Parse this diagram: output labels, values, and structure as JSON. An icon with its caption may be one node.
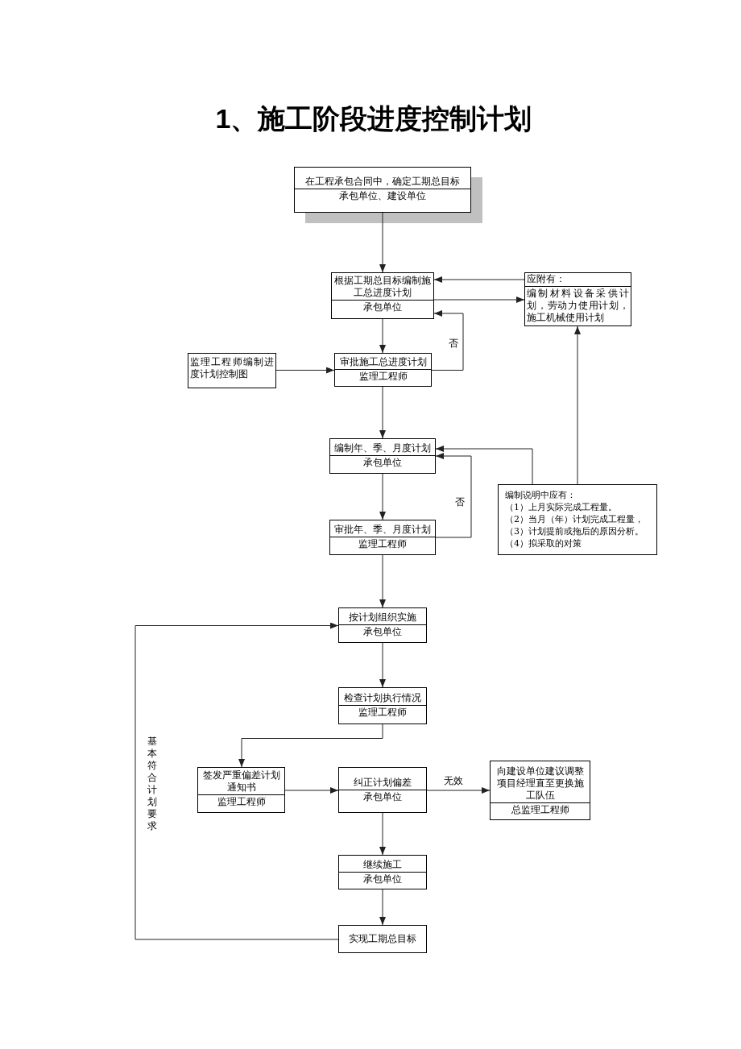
{
  "diagram": {
    "title": "1、施工阶段进度控制计划",
    "nodes": [
      {
        "text": [
          "在工程承包合同中，确定工期总目标",
          "承包单位、建设单位"
        ]
      },
      {
        "text": [
          "根据工期总目标编制施工总进度计划",
          "承包单位"
        ]
      },
      {
        "text": [
          "应附有：",
          "编制材料设备采供计划，劳动力使用计划，施工机械使用计划"
        ]
      },
      {
        "text": [
          "监理工程师编制进度计划控制图"
        ]
      },
      {
        "text": [
          "审批施工总进度计划",
          "监理工程师"
        ]
      },
      {
        "text": [
          "编制年、季、月度计划",
          "承包单位"
        ]
      },
      {
        "text": [
          "编制说明中应有：",
          "（1）上月实际完成工程量。",
          "（2）当月（年）计划完成工程量，",
          "（3）计划提前或拖后的原因分析。",
          "（4）拟采取的对策"
        ]
      },
      {
        "text": [
          "审批年、季、月度计划",
          "监理工程师"
        ]
      },
      {
        "text": [
          "按计划组织实施",
          "承包单位"
        ]
      },
      {
        "text": [
          "检查计划执行情况",
          "监理工程师"
        ]
      },
      {
        "text": [
          "签发严重偏差计划通知书",
          "监理工程师"
        ]
      },
      {
        "text": [
          "纠正计划偏差",
          "承包单位"
        ]
      },
      {
        "text": [
          "向建设单位建议调整项目经理直至更换施工队伍",
          "总监理工程师"
        ]
      },
      {
        "text": [
          "继续施工",
          "承包单位"
        ]
      },
      {
        "text": [
          "实现工期总目标"
        ]
      }
    ],
    "edges": [
      {
        "from": 0,
        "to": 1,
        "arrow": "to"
      },
      {
        "from": 2,
        "to": 1,
        "arrow": "to"
      },
      {
        "from": 1,
        "to": 2,
        "arrow": "to"
      },
      {
        "from": 1,
        "to": 4,
        "arrow": "to"
      },
      {
        "from": 4,
        "to": 1,
        "arrow": "to",
        "label": "否"
      },
      {
        "from": 3,
        "to": 4,
        "arrow": "to"
      },
      {
        "from": 4,
        "to": 5,
        "arrow": "to"
      },
      {
        "from": 6,
        "to": 2,
        "arrow": "to"
      },
      {
        "from": 6,
        "to": 5,
        "arrow": "to"
      },
      {
        "from": 5,
        "to": 7,
        "arrow": "to"
      },
      {
        "from": 7,
        "to": 5,
        "arrow": "to",
        "label": "否"
      },
      {
        "from": 7,
        "to": 8,
        "arrow": "to"
      },
      {
        "from": 8,
        "to": 9,
        "arrow": "to"
      },
      {
        "from": 9,
        "to": 10,
        "arrow": "to"
      },
      {
        "from": 10,
        "to": 11,
        "arrow": "to"
      },
      {
        "from": 11,
        "to": 12,
        "arrow": "to",
        "label": "无效"
      },
      {
        "from": 11,
        "to": 13,
        "arrow": "to"
      },
      {
        "from": 13,
        "to": 14,
        "arrow": "to"
      },
      {
        "from": 14,
        "to": 8,
        "arrow": "to",
        "label": "基本符合计划要求"
      }
    ]
  }
}
